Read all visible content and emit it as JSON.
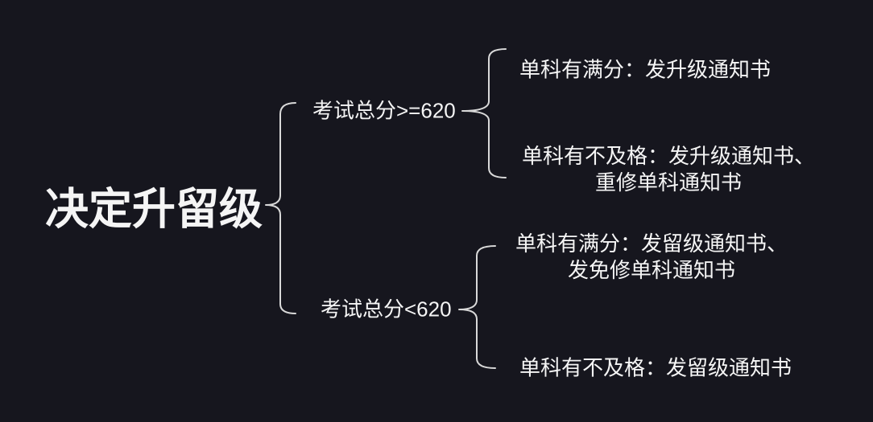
{
  "colors": {
    "background": "#16161e",
    "text": "#f5f5f5",
    "brace": "#d9d9d9"
  },
  "mindmap": {
    "type": "brace-map",
    "root": {
      "label": "决定升留级"
    },
    "branches": [
      {
        "label": "考试总分>=620",
        "children": [
          {
            "label": "单科有满分：发升级通知书"
          },
          {
            "label": "单科有不及格：发升级通知书、\n重修单科通知书"
          }
        ]
      },
      {
        "label": "考试总分<620",
        "children": [
          {
            "label": "单科有满分：发留级通知书、\n发免修单科通知书"
          },
          {
            "label": "单科有不及格：发留级通知书"
          }
        ]
      }
    ]
  }
}
